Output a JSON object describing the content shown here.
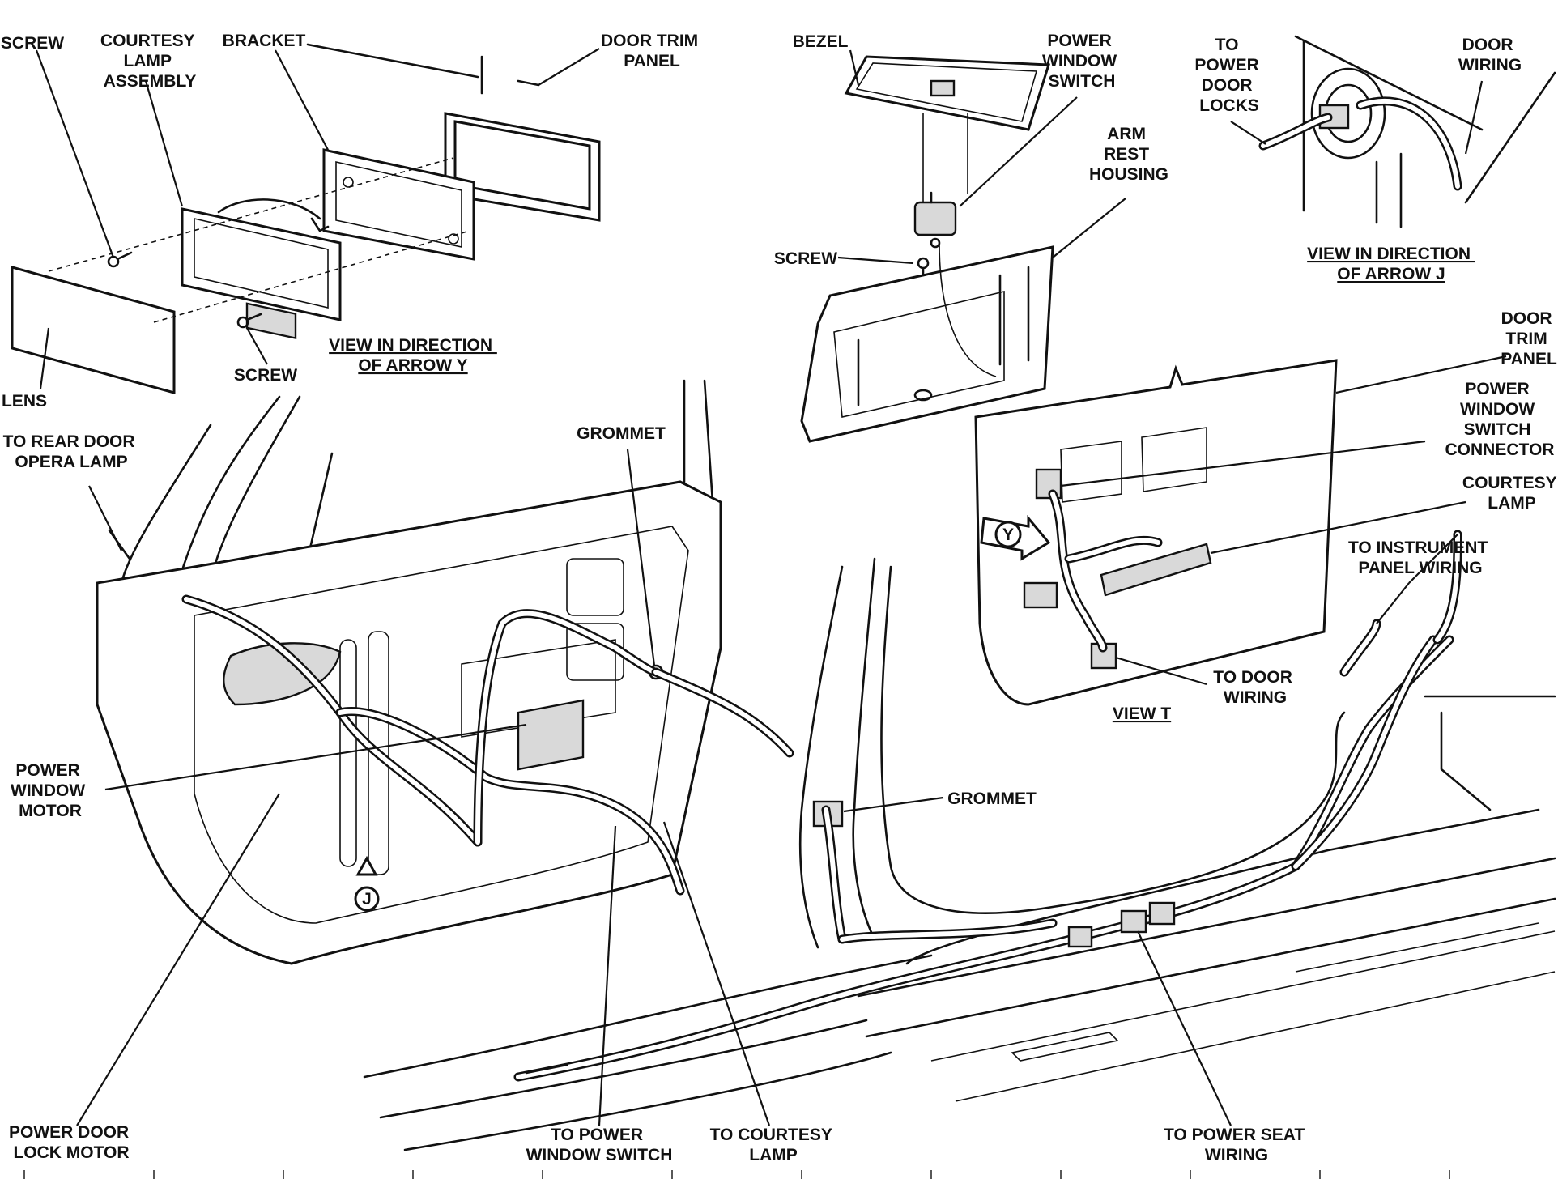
{
  "labels": {
    "screw_top": "SCREW",
    "courtesy_lamp_assembly": [
      "COURTESY",
      "LAMP",
      "ASSEMBLY"
    ],
    "bracket": "BRACKET",
    "door_trim_panel_top": [
      "DOOR TRIM",
      "PANEL"
    ],
    "lens": "LENS",
    "screw_mid": "SCREW",
    "view_arrow_y": [
      "VIEW IN DIRECTION",
      "OF ARROW Y"
    ],
    "bezel": "BEZEL",
    "power_window_switch": [
      "POWER",
      "WINDOW",
      "SWITCH"
    ],
    "arm_rest_housing": [
      "ARM",
      "REST",
      "HOUSING"
    ],
    "screw_armrest": "SCREW",
    "to_power_door_locks": [
      "TO",
      "POWER",
      "DOOR",
      "LOCKS"
    ],
    "door_wiring_top": [
      "DOOR",
      "WIRING"
    ],
    "view_arrow_j": [
      "VIEW IN DIRECTION",
      "OF ARROW J"
    ],
    "door_trim_panel_right": [
      "DOOR",
      "TRIM",
      "PANEL"
    ],
    "power_window_switch_connector": [
      "POWER",
      "WINDOW",
      "SWITCH",
      "CONNECTOR"
    ],
    "courtesy_lamp_right": [
      "COURTESY",
      "LAMP"
    ],
    "to_instrument_panel_wiring": [
      "TO INSTRUMENT",
      "PANEL WIRING"
    ],
    "to_door_wiring": [
      "TO DOOR",
      "WIRING"
    ],
    "view_t": "VIEW T",
    "to_rear_door_opera_lamp": [
      "TO REAR DOOR",
      "OPERA LAMP"
    ],
    "grommet_upper": "GROMMET",
    "grommet_lower": "GROMMET",
    "power_window_motor": [
      "POWER",
      "WINDOW",
      "MOTOR"
    ],
    "power_door_lock_motor": [
      "POWER DOOR",
      "LOCK MOTOR"
    ],
    "to_power_window_switch": [
      "TO POWER",
      "WINDOW SWITCH"
    ],
    "to_courtesy_lamp": [
      "TO COURTESY",
      "LAMP"
    ],
    "to_power_seat_wiring": [
      "TO POWER SEAT",
      "WIRING"
    ]
  },
  "markers": {
    "arrow_y": "Y",
    "arrow_j": "J"
  }
}
